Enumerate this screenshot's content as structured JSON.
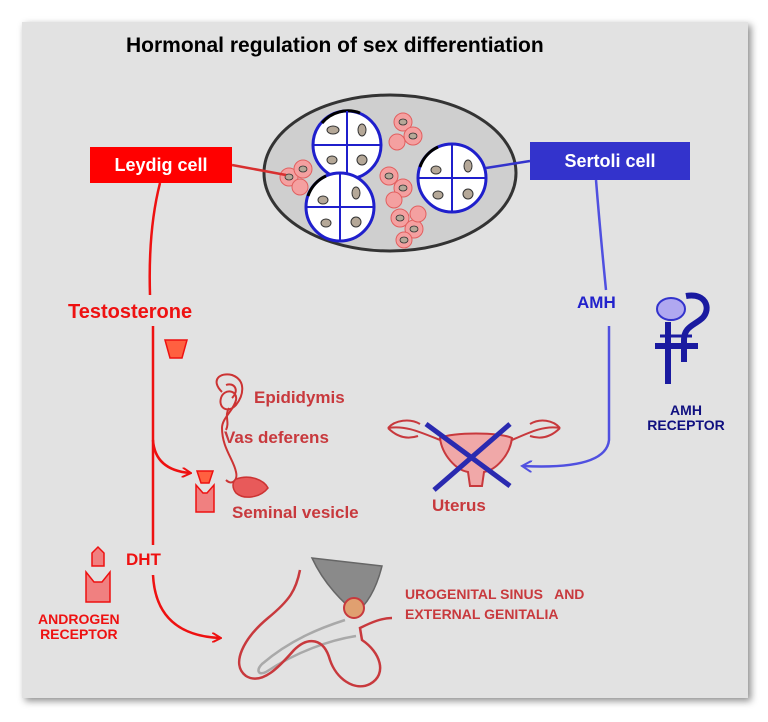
{
  "title": "Hormonal regulation of sex differentiation",
  "cells": {
    "leydig": "Leydig cell",
    "sertoli": "Sertoli cell"
  },
  "hormones": {
    "testosterone": "Testosterone",
    "amh": "AMH",
    "dht": "DHT"
  },
  "structures": {
    "epididymis": "Epididymis",
    "vas_deferens": "Vas deferens",
    "seminal_vesicle": "Seminal vesicle",
    "uterus": "Uterus",
    "urogenital_line1": "UROGENITAL SINUS   AND",
    "urogenital_line2": "EXTERNAL GENITALIA"
  },
  "receptors": {
    "amh_line1": "AMH",
    "amh_line2": "RECEPTOR",
    "androgen_line1": "ANDROGEN",
    "androgen_line2": "RECEPTOR"
  },
  "colors": {
    "background": "#e2e2e2",
    "leydig": "#ff0000",
    "sertoli": "#3333cc",
    "androgen_path": "#ee1111",
    "amh_path": "#4444dd",
    "structure_label": "#c8393d"
  }
}
